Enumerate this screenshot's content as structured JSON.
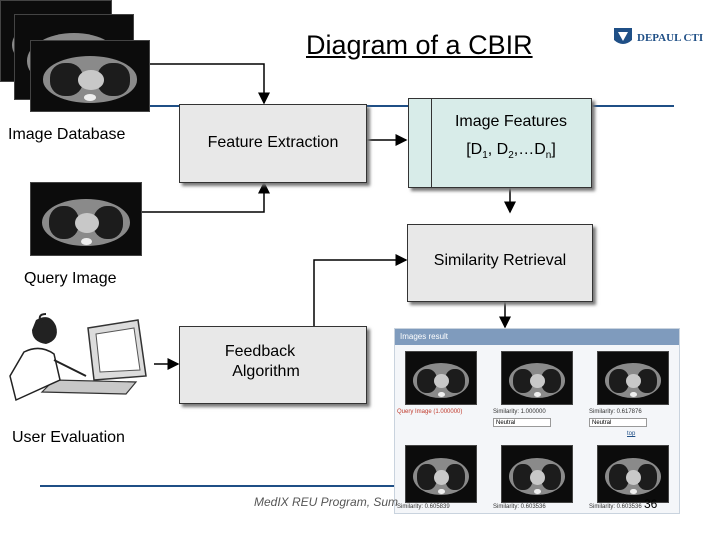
{
  "title": "Diagram of a CBIR",
  "labels": {
    "image_database": "Image Database",
    "query_image": "Query Image",
    "user_evaluation": "User Evaluation"
  },
  "boxes": {
    "feature_extraction": "Feature Extraction",
    "image_features": "Image Features",
    "image_features_vector": {
      "open": "[D",
      "s1": "1",
      "mid1": ", D",
      "s2": "2",
      "mid2": ",…D",
      "sn": "n",
      "close": "]"
    },
    "similarity_retrieval": "Similarity Retrieval",
    "feedback_line1": "Feedback",
    "feedback_line2": "Algorithm"
  },
  "results_panel": {
    "header": "Images result",
    "captions_row1": [
      "Query Image (1.000000)",
      "Similarity: 1.000000",
      "Similarity: 0.617876"
    ],
    "selects": [
      "Neutral",
      "Neutral"
    ],
    "top_link": "top",
    "captions_row2": [
      "Similarity: 0.605839",
      "Similarity: 0.603536",
      "Similarity: 0.603536"
    ]
  },
  "logo_text": "DEPAUL CTI",
  "footer": "MedIX REU Program, Sum",
  "page_number": "36",
  "colors": {
    "rule": "#1f4f86",
    "box": "#e8e8e8",
    "box_teal": "#d8ece9"
  }
}
